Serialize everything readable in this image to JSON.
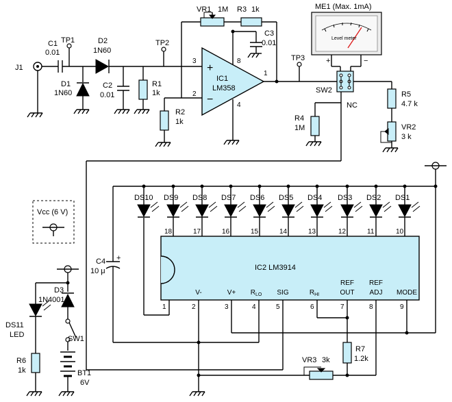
{
  "jack": {
    "name": "J1"
  },
  "c1": {
    "name": "C1",
    "value": "0.01"
  },
  "tp1": "TP1",
  "tp2": "TP2",
  "tp3": "TP3",
  "d1": {
    "name": "D1",
    "value": "1N60"
  },
  "d2": {
    "name": "D2",
    "value": "1N60"
  },
  "c2": {
    "name": "C2",
    "value": "0.01"
  },
  "r1": {
    "name": "R1",
    "value": "1k"
  },
  "r2": {
    "name": "R2",
    "value": "1k"
  },
  "vr1": {
    "name": "VR1",
    "value": "1M"
  },
  "r3": {
    "name": "R3",
    "value": "1k"
  },
  "c3": {
    "name": "C3",
    "value": "0.01"
  },
  "ic1": {
    "name": "IC1",
    "part": "LM358",
    "pins": {
      "in_plus": "3",
      "in_minus": "2",
      "vplus": "8",
      "gnd": "4",
      "out": "1"
    }
  },
  "meter": {
    "title": "ME1 (Max. 1mA)",
    "face": "Level meter",
    "plus": "+",
    "minus": "−"
  },
  "sw2": {
    "name": "SW2",
    "nc": "NC"
  },
  "r4": {
    "name": "R4",
    "value": "1M"
  },
  "r5": {
    "name": "R5",
    "value": "4.7 k"
  },
  "vr2": {
    "name": "VR2",
    "value": "3 k"
  },
  "vcc": "Vcc (6 V)",
  "leds": [
    "DS10",
    "DS9",
    "DS8",
    "DS7",
    "DS6",
    "DS5",
    "DS4",
    "DS3",
    "DS2",
    "DS1"
  ],
  "ic2": {
    "name": "IC2  LM3914",
    "top_pins": [
      "18",
      "17",
      "16",
      "15",
      "14",
      "13",
      "12",
      "11",
      "10"
    ],
    "bottom_pins": [
      {
        "pin": "1",
        "label": ""
      },
      {
        "pin": "2",
        "label": "V-"
      },
      {
        "pin": "3",
        "label": "V+"
      },
      {
        "pin": "4",
        "label": "R",
        "sub": "LO"
      },
      {
        "pin": "5",
        "label": "SIG"
      },
      {
        "pin": "6",
        "label": "R",
        "sub": "HI"
      },
      {
        "pin": "7",
        "label": "REF OUT"
      },
      {
        "pin": "8",
        "label": "REF ADJ"
      },
      {
        "pin": "9",
        "label": "MODE"
      }
    ]
  },
  "c4": {
    "name": "C4",
    "value": "10 μ",
    "polarity": "+"
  },
  "d3": {
    "name": "D3",
    "value": "1N4001"
  },
  "ds11": {
    "name": "DS11",
    "value": "LED"
  },
  "sw1": {
    "name": "SW1"
  },
  "r6": {
    "name": "R6",
    "value": "1k"
  },
  "bt1": {
    "name": "BT1",
    "value": "6V"
  },
  "vr3": {
    "name": "VR3",
    "value": "3k"
  },
  "r7": {
    "name": "R7",
    "value": "1.2k"
  }
}
